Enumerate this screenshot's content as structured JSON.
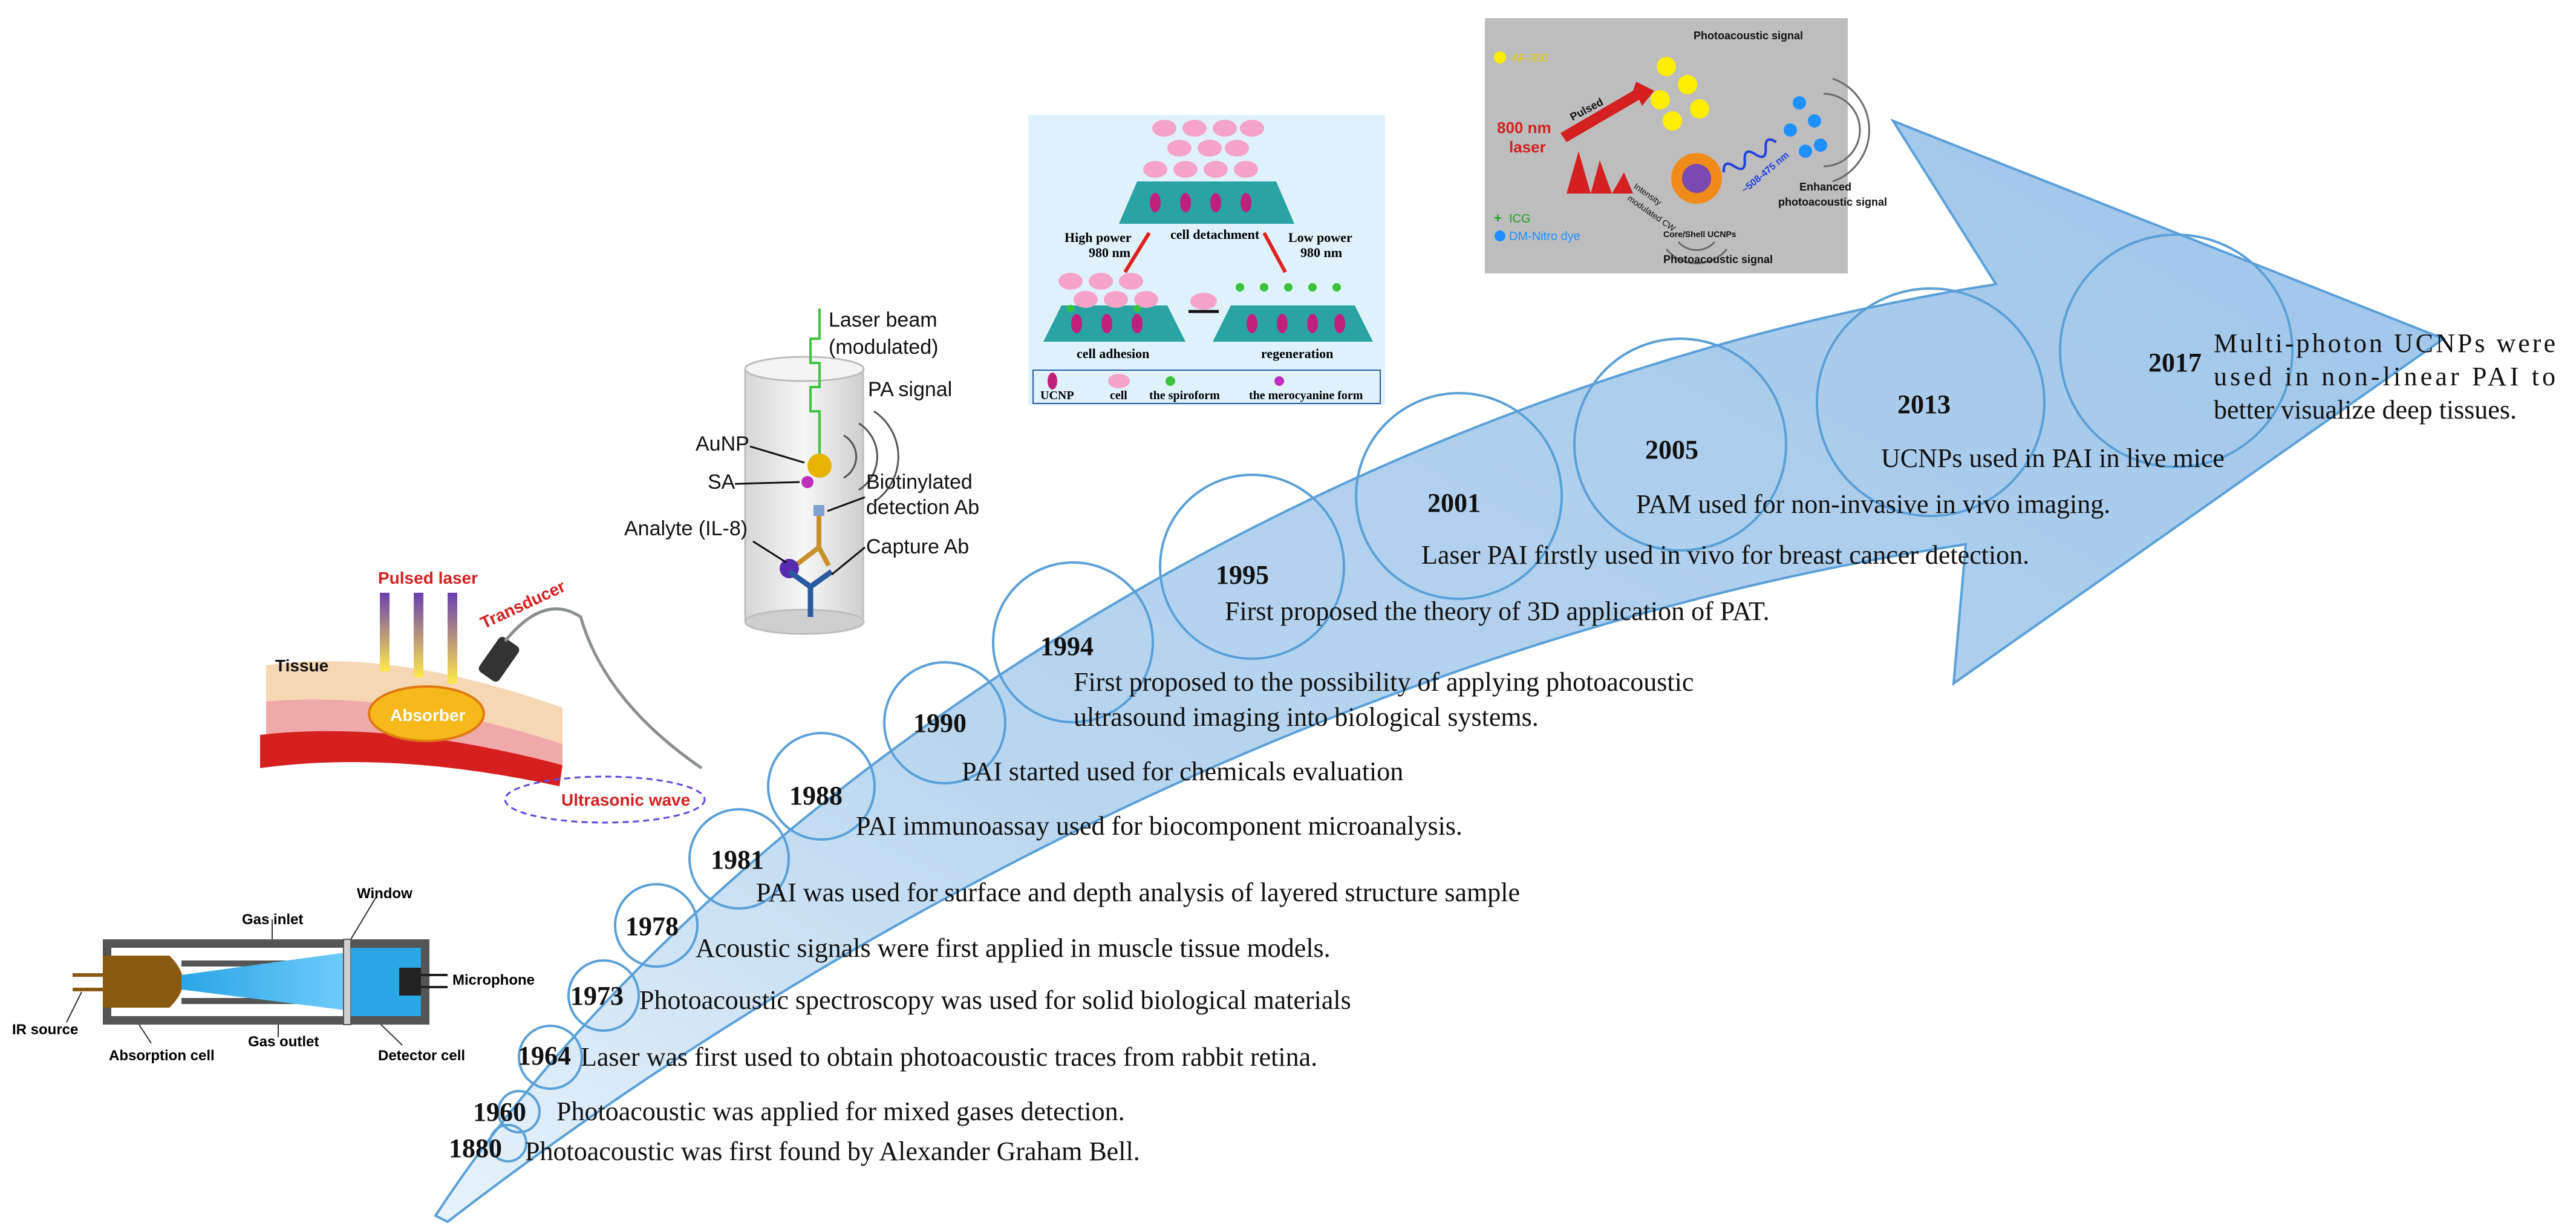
{
  "timeline": {
    "events": [
      {
        "year": "1880",
        "text": "Photoacoustic was first found by Alexander Graham Bell."
      },
      {
        "year": "1960",
        "text": "Photoacoustic was applied for mixed gases detection."
      },
      {
        "year": "1964",
        "text": "Laser was first used to obtain photoacoustic traces from rabbit retina."
      },
      {
        "year": "1973",
        "text": "Photoacoustic spectroscopy was used for solid biological materials"
      },
      {
        "year": "1978",
        "text": "Acoustic signals were first applied in muscle tissue models."
      },
      {
        "year": "1981",
        "text": "PAI was used for surface and depth analysis of layered structure sample"
      },
      {
        "year": "1988",
        "text": "PAI immunoassay used for biocomponent microanalysis."
      },
      {
        "year": "1990",
        "text": "PAI started used for chemicals evaluation"
      },
      {
        "year": "1994",
        "text_lines": [
          "First proposed to the possibility of applying photoacoustic",
          "ultrasound imaging into biological systems."
        ]
      },
      {
        "year": "1995",
        "text": "First proposed the theory of 3D application of PAT."
      },
      {
        "year": "2001",
        "text": "Laser PAI firstly used in vivo for breast cancer detection."
      },
      {
        "year": "2005",
        "text": "PAM used for non-invasive in vivo imaging."
      },
      {
        "year": "2013",
        "text": "UCNPs used in PAI in live mice"
      },
      {
        "year": "2017",
        "text_lines": [
          "Multi-photon UCNPs were",
          "used in non-linear PAI to",
          "better visualize deep tissues."
        ]
      }
    ]
  },
  "gas_cell_diagram": {
    "labels": {
      "gas_inlet": "Gas inlet",
      "window": "Window",
      "microphone": "Microphone",
      "ir_source": "IR source",
      "absorption_cell": "Absorption cell",
      "gas_outlet": "Gas outlet",
      "detector_cell": "Detector cell"
    }
  },
  "tissue_diagram": {
    "labels": {
      "pulsed_laser": "Pulsed laser",
      "transducer": "Transducer",
      "tissue": "Tissue",
      "absorber": "Absorber",
      "ultrasonic_wave": "Ultrasonic wave"
    }
  },
  "immunoassay_diagram": {
    "labels": {
      "laser_beam_1": "Laser beam",
      "laser_beam_2": "(modulated)",
      "pa_signal": "PA signal",
      "aunp": "AuNP",
      "sa": "SA",
      "biotinylated_1": "Biotinylated",
      "biotinylated_2": "detection Ab",
      "analyte": "Analyte (IL-8)",
      "capture_ab": "Capture Ab"
    }
  },
  "cell_diagram": {
    "labels": {
      "cell_detachment": "cell detachment",
      "high_power_1": "High power",
      "high_power_2": "980 nm",
      "low_power_1": "Low power",
      "low_power_2": "980 nm",
      "cell_adhesion": "cell adhesion",
      "regeneration": "regeneration",
      "legend_ucnp": "UCNP",
      "legend_cell": "cell",
      "legend_spiro": "the spiroform",
      "legend_mero": "the merocyanine form"
    }
  },
  "photoacoustic_diagram": {
    "labels": {
      "af350": "AF-350",
      "pa_signal_top": "Photoacoustic signal",
      "pulsed": "Pulsed",
      "laser_800_1": "800 nm",
      "laser_800_2": "laser",
      "modulated_1": "Intensity",
      "modulated_2": "modulated CW",
      "emission": "~508-475 nm",
      "enhanced_1": "Enhanced",
      "enhanced_2": "photoacoustic signal",
      "icg": "ICG",
      "dm_nitro": "DM-Nitro dye",
      "core_shell": "Core/Shell UCNPs",
      "pa_signal_bottom": "Photoacoustic signal"
    }
  }
}
